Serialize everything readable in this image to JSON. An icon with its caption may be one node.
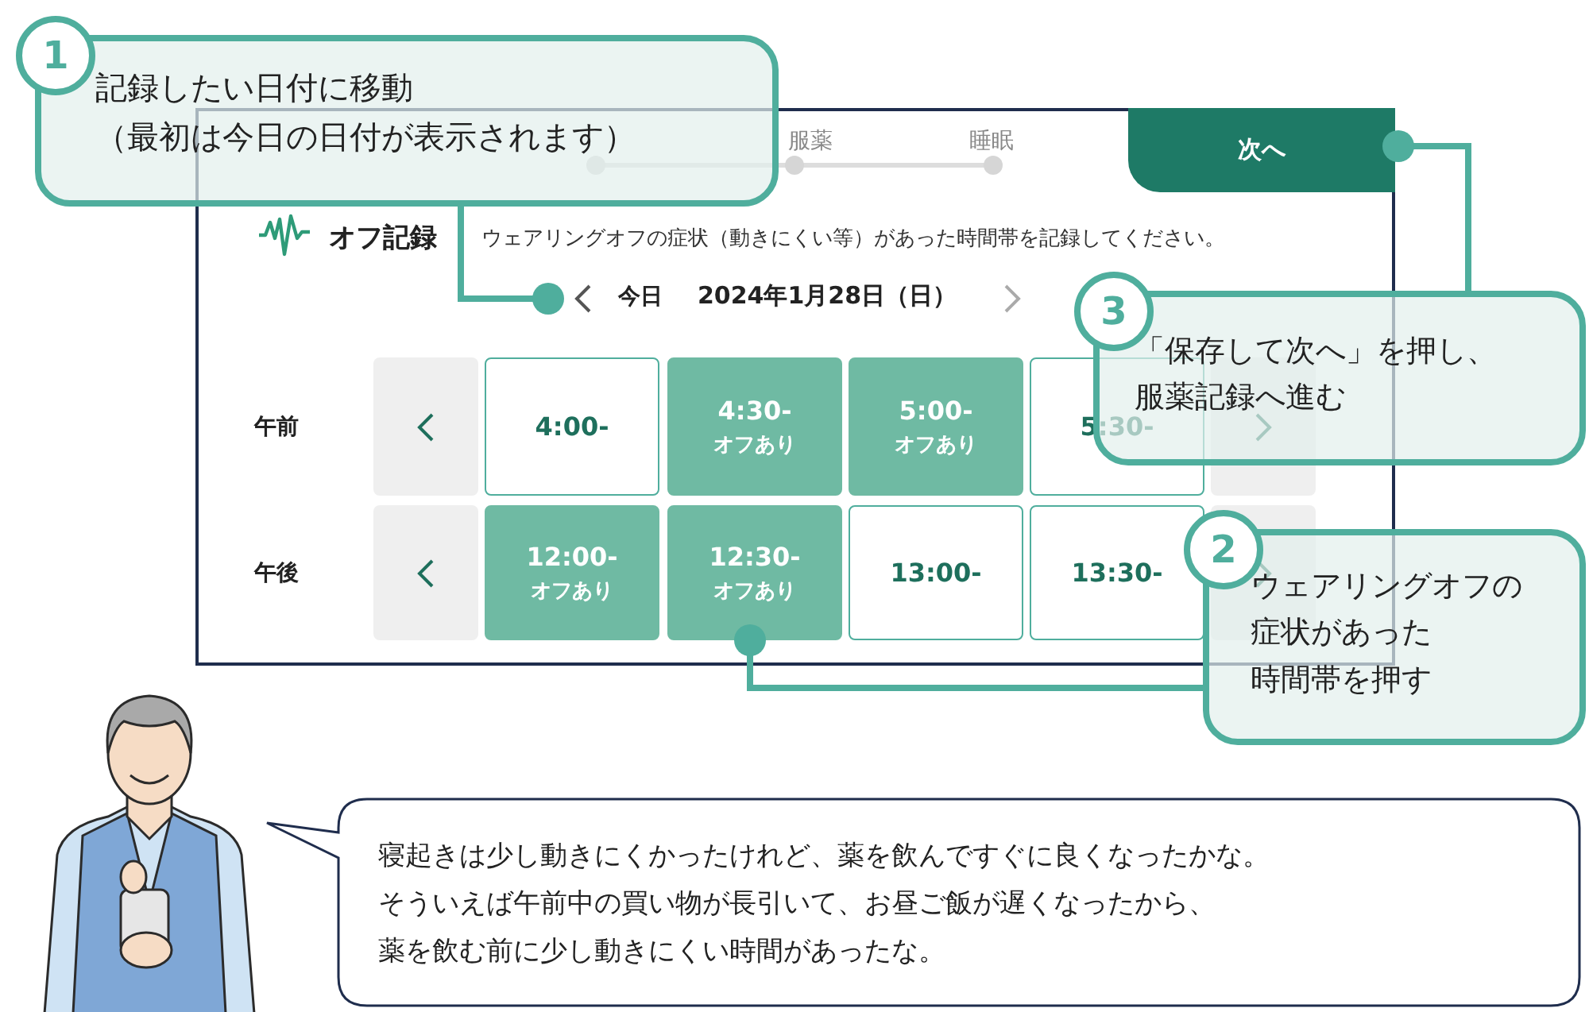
{
  "diagram": {
    "nodes": [
      {
        "text": [
          "1",
          "記録したい日付に移動（最初は今日の日付が表示されます）"
        ]
      },
      {
        "text": [
          "オフ記録",
          "ウェアリングオフの症状（動きにくい等）があった時間帯を記録してください。"
        ]
      },
      {
        "text": [
          "次へ"
        ],
        "in": 1
      },
      {
        "text": [
          "今日",
          "2024年1月28日（日）"
        ],
        "in": 1
      },
      {
        "text": [
          "3",
          "「保存して次へ」を押し、服薬記録へ進む"
        ]
      },
      {
        "text": [
          "4:00-"
        ],
        "in": 1
      },
      {
        "text": [
          "4:30-",
          "オフあり"
        ],
        "in": 1
      },
      {
        "text": [
          "5:00-",
          "オフあり"
        ],
        "in": 1
      },
      {
        "text": [
          "5:30-"
        ],
        "in": 1
      },
      {
        "text": [
          "2",
          "ウェアリングオフの症状があった時間帯を押す"
        ]
      },
      {
        "text": [
          "12:00-",
          "オフあり"
        ],
        "in": 1
      },
      {
        "text": [
          "12:30-",
          "オフあり"
        ],
        "in": 1
      },
      {
        "text": [
          "13:00-"
        ],
        "in": 1
      },
      {
        "text": [
          "13:30-"
        ],
        "in": 1
      },
      {
        "text": [
          "寝起きは少し動きにくかったけれど、薬を飲んですぐに良くなったかな。そういえば午前中の買い物が長引いて、お昼ご飯が遅くなったから、薬を飲む前に少し動きにくい時間があったな。"
        ]
      }
    ],
    "edges": [
      {
        "from": 0,
        "to": 3,
        "arrow": "other"
      },
      {
        "from": 4,
        "to": 2,
        "arrow": "other"
      },
      {
        "from": 9,
        "to": 11,
        "arrow": "other"
      }
    ],
    "labels": [
      "服薬",
      "睡眠",
      "午前",
      "午後"
    ]
  }
}
